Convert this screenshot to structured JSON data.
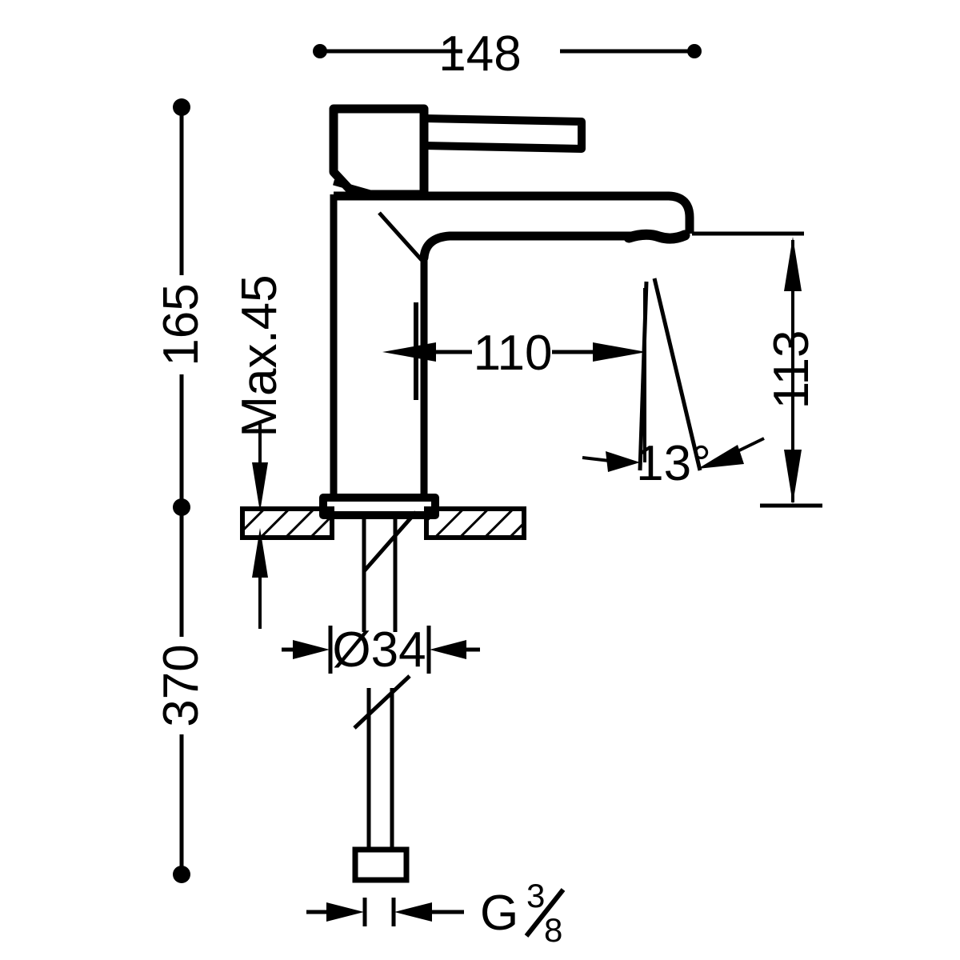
{
  "drawing": {
    "title": "Single lever basin mixer tap - dimensioned technical drawing",
    "units": "mm",
    "line_color": "#000000",
    "background_color": "#ffffff"
  },
  "dimensions": {
    "width_overall": {
      "label": "148",
      "orientation": "horizontal",
      "terminator": "dot",
      "position": "top"
    },
    "height_body": {
      "label": "165",
      "orientation": "vertical",
      "terminator": "dot",
      "position": "left-upper"
    },
    "length_hose": {
      "label": "370",
      "orientation": "vertical",
      "terminator": "dot",
      "position": "left-lower"
    },
    "max_deck_thickness": {
      "label": "Max.45",
      "orientation": "vertical",
      "terminator": "arrow",
      "position": "left-of-body"
    },
    "spout_reach": {
      "label": "110",
      "orientation": "horizontal",
      "terminator": "arrow",
      "position": "center"
    },
    "spout_height": {
      "label": "113",
      "orientation": "vertical",
      "terminator": "arrow",
      "position": "right"
    },
    "outlet_angle": {
      "label": "13°",
      "orientation": "angular",
      "terminator": "arrow",
      "position": "right-lower"
    },
    "base_diameter": {
      "label": "Ø34",
      "orientation": "horizontal",
      "terminator": "arrow",
      "position": "below-deck"
    },
    "thread_size": {
      "label": "G",
      "numerator": "3",
      "denominator": "8",
      "orientation": "horizontal",
      "terminator": "arrow",
      "position": "bottom"
    }
  },
  "parts": {
    "handle_lever": "handle-lever",
    "cartridge_block": "cartridge-housing",
    "body_column": "body-column",
    "spout": "spout-arm",
    "aerator": "aerator-outlet",
    "base_flange": "base-flange",
    "counter_deck": "counter-deck-hatched",
    "shank": "threaded-shank",
    "supply_hose": "supply-hose",
    "hose_connector": "hose-connector"
  }
}
